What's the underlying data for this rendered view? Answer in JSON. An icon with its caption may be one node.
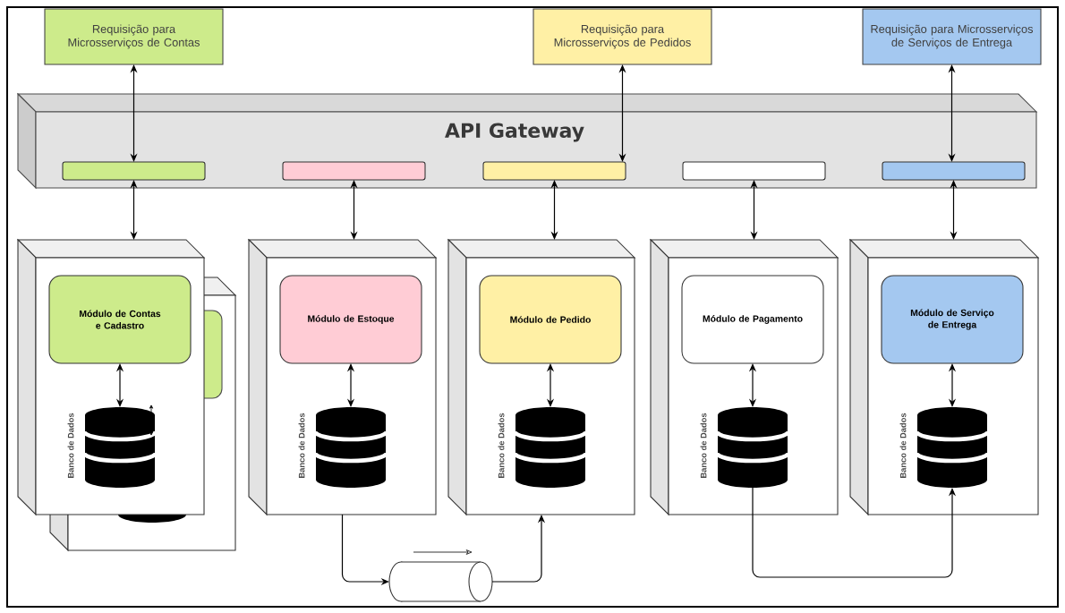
{
  "diagram": {
    "nodes": [
      {
        "text": [
          "Requisição para Microsserviços de Contas"
        ]
      },
      {
        "text": [
          "Requisição para Microsserviços de Pedidos"
        ]
      },
      {
        "text": [
          "Requisição para Microsserviços de Serviços de Entrega"
        ]
      },
      {
        "text": [
          "API Gateway"
        ]
      },
      {
        "text": [],
        "shape": "bar",
        "in": 3
      },
      {
        "text": [],
        "shape": "bar",
        "in": 3
      },
      {
        "text": [],
        "shape": "bar",
        "in": 3
      },
      {
        "text": [],
        "shape": "bar",
        "in": 3
      },
      {
        "text": [],
        "shape": "bar",
        "in": 3
      },
      {
        "text": [],
        "shape": "box"
      },
      {
        "text": [],
        "shape": "box"
      },
      {
        "text": [],
        "shape": "box"
      },
      {
        "text": [],
        "shape": "box"
      },
      {
        "text": [],
        "shape": "box"
      },
      {
        "text": [
          "Módulo de Contas e Cadastro"
        ],
        "in": 9
      },
      {
        "text": [
          "Módulo de Estoque"
        ],
        "in": 10
      },
      {
        "text": [
          "Módulo de Pedido"
        ],
        "in": 11
      },
      {
        "text": [
          "Módulo de Pagamento"
        ],
        "in": 12
      },
      {
        "text": [
          "Módulo de Serviço de Entrega"
        ],
        "in": 13
      },
      {
        "text": [],
        "shape": "cylinder",
        "in": 9,
        "beside": [
          "Banco de Dados"
        ]
      },
      {
        "text": [],
        "shape": "cylinder",
        "in": 10,
        "beside": [
          "Banco de Dados"
        ]
      },
      {
        "text": [],
        "shape": "cylinder",
        "in": 11,
        "beside": [
          "Banco de Dados"
        ]
      },
      {
        "text": [],
        "shape": "cylinder",
        "in": 12,
        "beside": [
          "Banco de Dados"
        ]
      },
      {
        "text": [],
        "shape": "cylinder",
        "in": 13,
        "beside": [
          "Banco de Dados"
        ]
      },
      {
        "text": [],
        "shape": "cylinder"
      }
    ],
    "edges": [
      {
        "from": 0,
        "to": 4,
        "arrow": "both"
      },
      {
        "from": 1,
        "to": 6,
        "arrow": "both"
      },
      {
        "from": 2,
        "to": 8,
        "arrow": "both"
      },
      {
        "from": 4,
        "to": 9,
        "arrow": "both"
      },
      {
        "from": 5,
        "to": 10,
        "arrow": "both"
      },
      {
        "from": 6,
        "to": 11,
        "arrow": "both"
      },
      {
        "from": 7,
        "to": 12,
        "arrow": "both"
      },
      {
        "from": 8,
        "to": 13,
        "arrow": "both"
      },
      {
        "from": 14,
        "to": 19,
        "arrow": "both"
      },
      {
        "from": 15,
        "to": 20,
        "arrow": "both"
      },
      {
        "from": 16,
        "to": 21,
        "arrow": "both"
      },
      {
        "from": 17,
        "to": 22,
        "arrow": "both"
      },
      {
        "from": 18,
        "to": 23,
        "arrow": "both"
      },
      {
        "from": 10,
        "to": 24,
        "arrow": "to"
      },
      {
        "from": 24,
        "to": 11,
        "arrow": "to"
      },
      {
        "from": 22,
        "to": 23,
        "arrow": "to"
      }
    ]
  }
}
